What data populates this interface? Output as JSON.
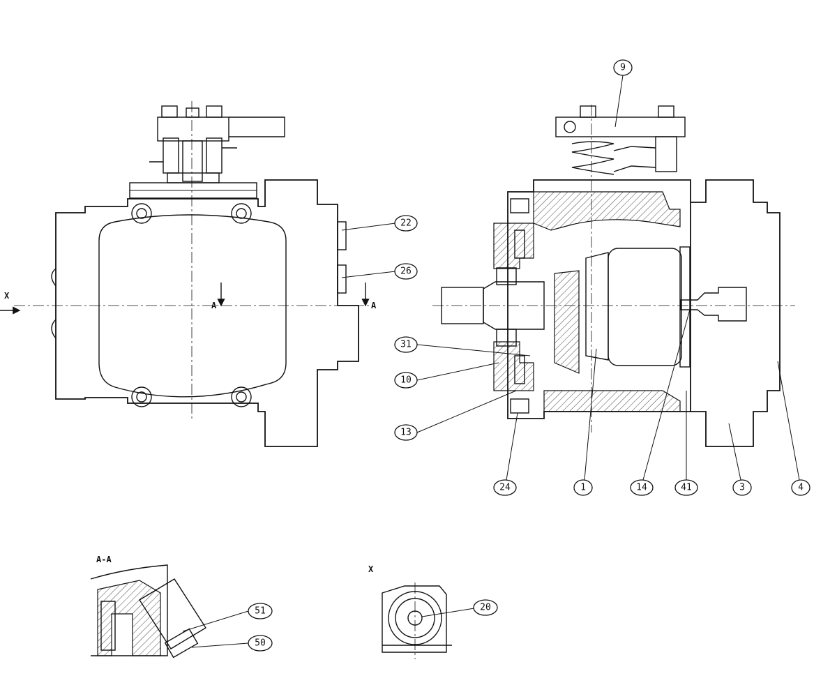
{
  "drawing": {
    "section_label": "A-A",
    "view_label": "X",
    "arrow_x_label": "X",
    "section_marks": [
      "A",
      "A"
    ]
  },
  "balloons": {
    "b9": "9",
    "b22": "22",
    "b26": "26",
    "b31": "31",
    "b10": "10",
    "b13": "13",
    "b24": "24",
    "b1": "1",
    "b14": "14",
    "b41": "41",
    "b3": "3",
    "b4": "4",
    "b51": "51",
    "b50": "50",
    "b20": "20"
  }
}
